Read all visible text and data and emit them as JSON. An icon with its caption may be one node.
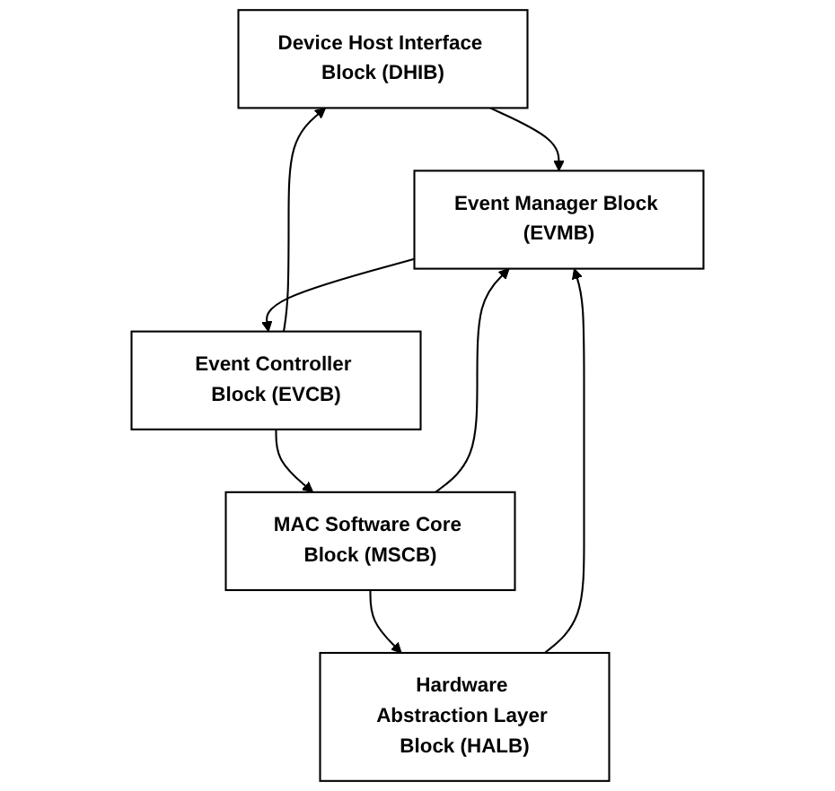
{
  "diagram": {
    "nodes": [
      {
        "text": [
          "Device Host Interface Block (DHIB)"
        ]
      },
      {
        "text": [
          "Event Controller Block (EVCB)"
        ]
      },
      {
        "text": [
          "Event Manager Block (EVMB)"
        ]
      },
      {
        "text": [
          "MAC Software Core Block (MSCB)"
        ]
      },
      {
        "text": [
          "Hardware Abstraction Layer Block (HALB)"
        ]
      }
    ],
    "edges": [
      {
        "from": 1,
        "to": 0,
        "arrow": "to"
      },
      {
        "from": 0,
        "to": 2,
        "arrow": "to"
      },
      {
        "from": 2,
        "to": 1,
        "arrow": "to"
      },
      {
        "from": 1,
        "to": 3,
        "arrow": "to"
      },
      {
        "from": 3,
        "to": 2,
        "arrow": "to"
      },
      {
        "from": 3,
        "to": 4,
        "arrow": "to"
      },
      {
        "from": 4,
        "to": 2,
        "arrow": "to"
      }
    ]
  }
}
